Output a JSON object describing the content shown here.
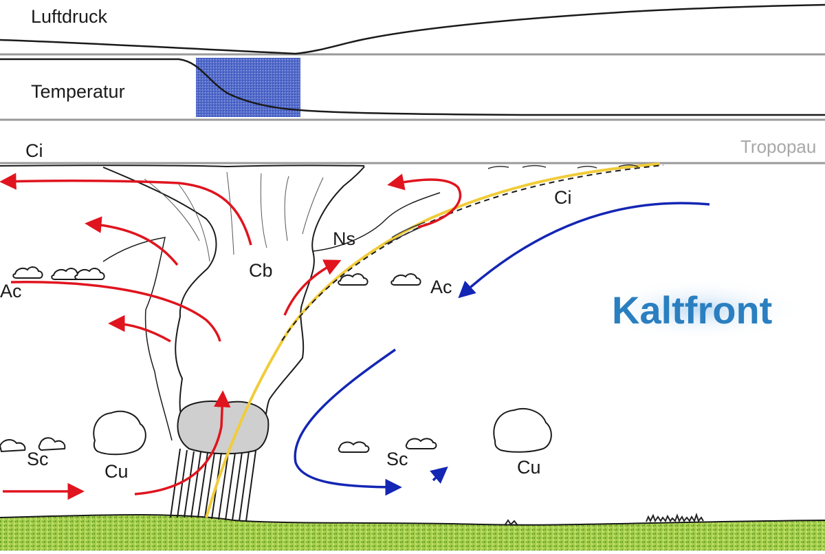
{
  "panels": {
    "pressure_label": "Luftdruck",
    "temperature_label": "Temperatur",
    "tropopause_label": "Tropopau"
  },
  "title": "Kaltfront",
  "cloud_labels": {
    "ci_top": "Ci",
    "ci_right": "Ci",
    "cb": "Cb",
    "ns": "Ns",
    "ac_left": "Ac",
    "ac_right": "Ac",
    "sc_left": "Sc",
    "sc_right": "Sc",
    "cu_left": "Cu",
    "cu_right": "Cu"
  },
  "colors": {
    "warm_air_arrows": "#e0141e",
    "cold_air_arrows": "#1426b4",
    "front_line": "#f0cc3a",
    "cold_shading": "#1a3ab0",
    "ground": "#8fc23a",
    "title": "#2a7fc0"
  }
}
